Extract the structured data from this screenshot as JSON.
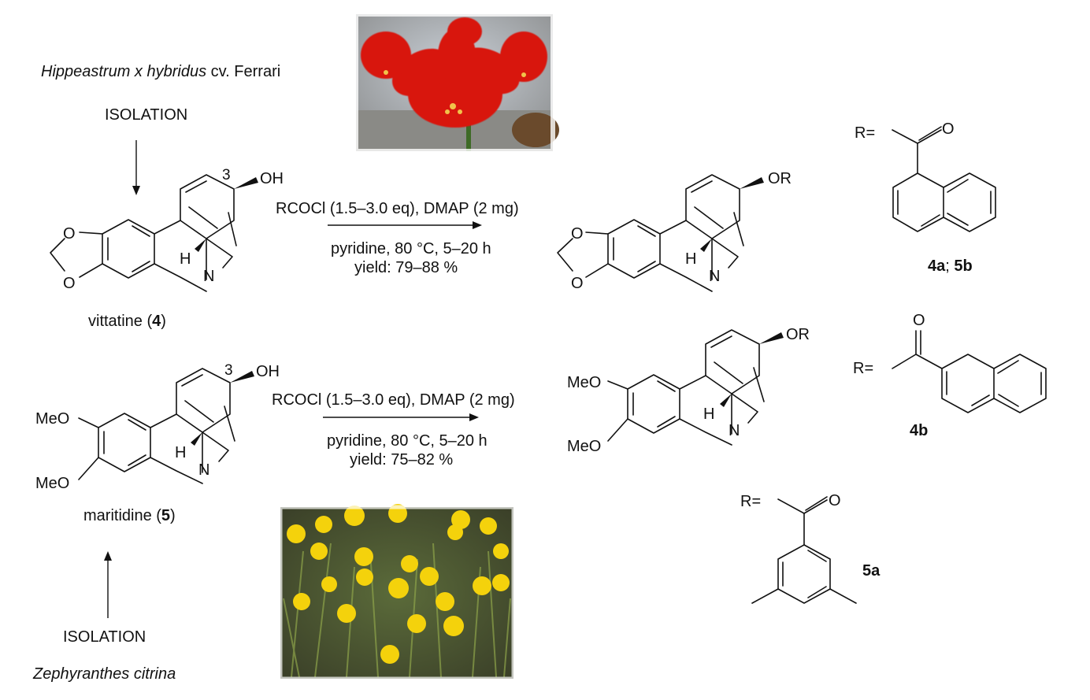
{
  "sources": {
    "top_species_italic": "Hippeastrum x hybridus",
    "top_species_suffix": "cv. Ferrari",
    "top_isolation": "ISOLATION",
    "bottom_isolation": "ISOLATION",
    "bottom_species": "Zephyranthes citrina"
  },
  "compounds": {
    "vittatine_name": "vittatine (",
    "vittatine_num": "4",
    "vittatine_close": ")",
    "maritidine_name": "maritidine (",
    "maritidine_num": "5",
    "maritidine_close": ")"
  },
  "atoms": {
    "oh": "OH",
    "or": "OR",
    "o": "O",
    "h": "H",
    "n": "N",
    "meo": "MeO",
    "c3": "3"
  },
  "reactions": {
    "top": {
      "reagents": "RCOCl (1.5–3.0 eq), DMAP (2 mg)",
      "conditions": "pyridine, 80 °C, 5–20 h",
      "yield": "yield: 79–88 %"
    },
    "bottom": {
      "reagents": "RCOCl (1.5–3.0 eq), DMAP (2 mg)",
      "conditions": "pyridine, 80 °C, 5–20 h",
      "yield": "yield: 75–82 %"
    }
  },
  "substituents": {
    "r_label": "R=",
    "label_1a": "4a",
    "label_1sep": "; ",
    "label_1b": "5b",
    "label_2": "4b",
    "label_3": "5a"
  },
  "colors": {
    "amaryllis_red": "#d8140f",
    "zephyranthes_yellow": "#f4d20c",
    "foliage_green": "#3f5a23"
  }
}
